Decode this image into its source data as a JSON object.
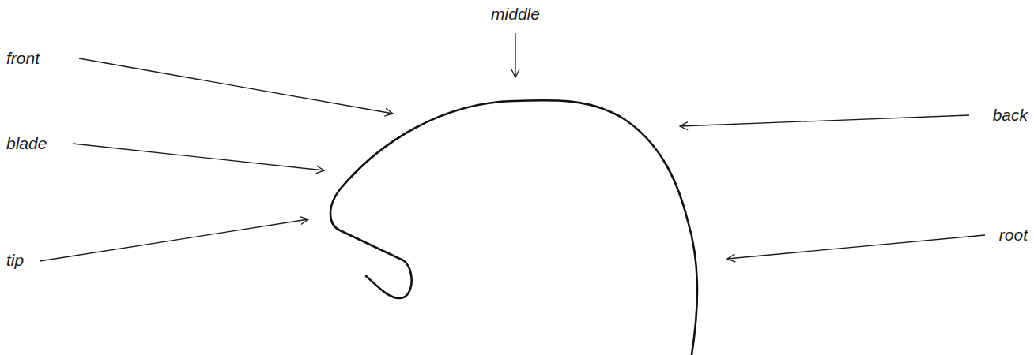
{
  "diagram": {
    "labels": [
      "middle",
      "front",
      "back",
      "blade",
      "tip",
      "root"
    ]
  }
}
